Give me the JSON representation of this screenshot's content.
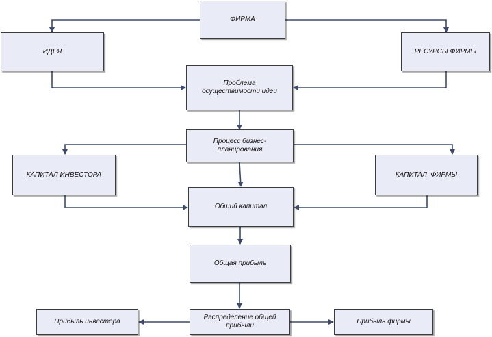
{
  "diagram": {
    "nodes": {
      "firm": "ФИРМА",
      "idea": "ИДЕЯ",
      "resources": "РЕСУРСЫ ФИРМЫ",
      "feasibility": "Проблема осуществимости идеи",
      "planning": "Процесс бизнес-планирования",
      "investor_capital": "КАПИТАЛ ИНВЕСТОРА",
      "firm_capital": "КАПИТАЛ  ФИРМЫ",
      "total_capital": "Общий капитал",
      "total_profit": "Общая прибыль",
      "distribution": "Распределение общей прибыли",
      "investor_profit": "Прибыль инвестора",
      "firm_profit": "Прибыль фирмы"
    },
    "colors": {
      "box_fill": "#e9ecf6",
      "box_border": "#3c3c3c",
      "connector": "#3c4a6e"
    }
  }
}
